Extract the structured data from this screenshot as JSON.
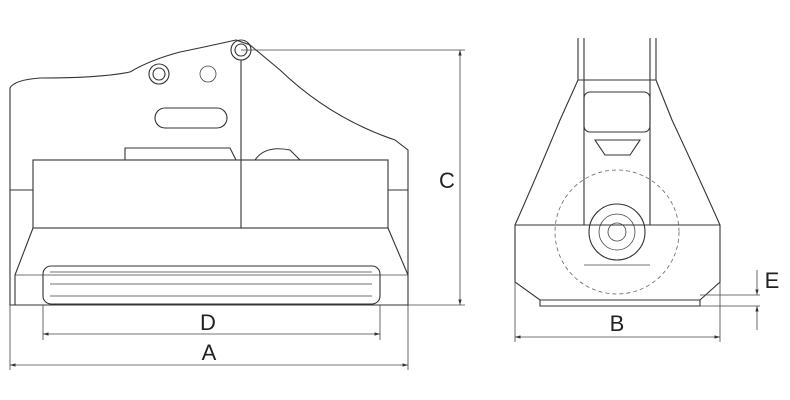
{
  "dimensions": {
    "a": "A",
    "b": "B",
    "c": "C",
    "d": "D",
    "e": "E"
  },
  "colors": {
    "line": "#333333",
    "background": "#ffffff"
  }
}
